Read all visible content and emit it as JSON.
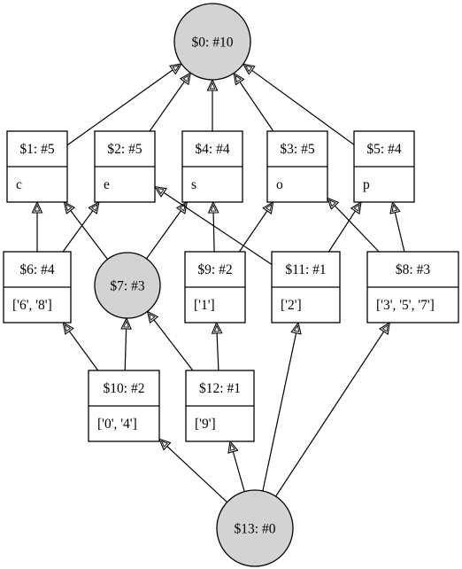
{
  "nodes": [
    {
      "id": "n0",
      "shape": "circle",
      "label": "$0: #10"
    },
    {
      "id": "n1",
      "shape": "record",
      "label": "$1: #5",
      "value": "c"
    },
    {
      "id": "n2",
      "shape": "record",
      "label": "$2: #5",
      "value": "e"
    },
    {
      "id": "n4",
      "shape": "record",
      "label": "$4: #4",
      "value": "s"
    },
    {
      "id": "n3",
      "shape": "record",
      "label": "$3: #5",
      "value": "o"
    },
    {
      "id": "n5",
      "shape": "record",
      "label": "$5: #4",
      "value": "p"
    },
    {
      "id": "n6",
      "shape": "record",
      "label": "$6: #4",
      "value": "['6', '8']"
    },
    {
      "id": "n7",
      "shape": "circle",
      "label": "$7: #3"
    },
    {
      "id": "n9",
      "shape": "record",
      "label": "$9: #2",
      "value": "['1']"
    },
    {
      "id": "n11",
      "shape": "record",
      "label": "$11: #1",
      "value": "['2']"
    },
    {
      "id": "n8",
      "shape": "record",
      "label": "$8: #3",
      "value": "['3', '5', '7']"
    },
    {
      "id": "n10",
      "shape": "record",
      "label": "$10: #2",
      "value": "['0', '4']"
    },
    {
      "id": "n12",
      "shape": "record",
      "label": "$12: #1",
      "value": "['9']"
    },
    {
      "id": "n13",
      "shape": "circle",
      "label": "$13: #0"
    }
  ],
  "edges": [
    {
      "from": "n1",
      "to": "n0"
    },
    {
      "from": "n2",
      "to": "n0"
    },
    {
      "from": "n4",
      "to": "n0"
    },
    {
      "from": "n3",
      "to": "n0"
    },
    {
      "from": "n5",
      "to": "n0"
    },
    {
      "from": "n6",
      "to": "n1"
    },
    {
      "from": "n6",
      "to": "n2"
    },
    {
      "from": "n7",
      "to": "n1"
    },
    {
      "from": "n7",
      "to": "n4"
    },
    {
      "from": "n11",
      "to": "n2"
    },
    {
      "from": "n9",
      "to": "n4"
    },
    {
      "from": "n9",
      "to": "n3"
    },
    {
      "from": "n11",
      "to": "n5"
    },
    {
      "from": "n8",
      "to": "n3"
    },
    {
      "from": "n8",
      "to": "n5"
    },
    {
      "from": "n10",
      "to": "n6"
    },
    {
      "from": "n10",
      "to": "n7"
    },
    {
      "from": "n12",
      "to": "n7"
    },
    {
      "from": "n12",
      "to": "n9"
    },
    {
      "from": "n13",
      "to": "n10"
    },
    {
      "from": "n13",
      "to": "n12"
    },
    {
      "from": "n13",
      "to": "n11"
    },
    {
      "from": "n13",
      "to": "n8"
    }
  ]
}
